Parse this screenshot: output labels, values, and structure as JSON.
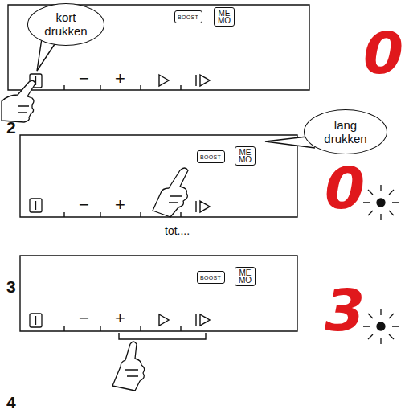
{
  "diagram": {
    "nodes": [
      {
        "text": [
          "kort drukken"
        ]
      },
      {
        "text": [
          "BOOST"
        ]
      },
      {
        "text": [
          "ME MO"
        ]
      },
      {
        "text": [
          "lang drukken"
        ]
      },
      {
        "text": [
          "BOOST"
        ]
      },
      {
        "text": [
          "ME MO"
        ]
      },
      {
        "text": [
          "BOOST"
        ]
      },
      {
        "text": [
          "ME MO"
        ]
      }
    ],
    "labels": [
      "−",
      "+",
      "0",
      "2",
      "−",
      "+",
      "0",
      "tot....",
      "3",
      "−",
      "+",
      "3",
      "4"
    ]
  }
}
